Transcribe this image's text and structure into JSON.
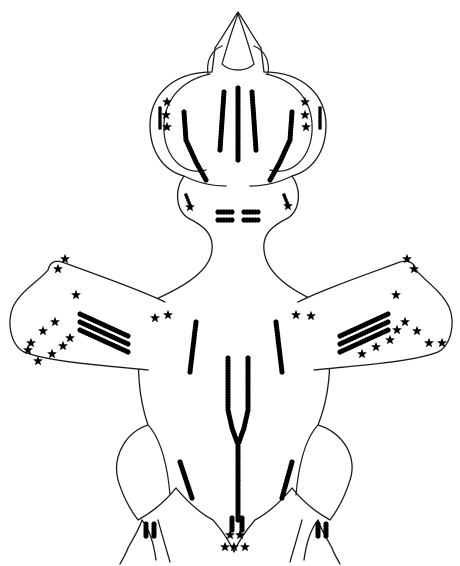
{
  "figure": {
    "subject": "specimen-outline-ventral-view",
    "colors": {
      "outline": "#1a1a1a",
      "background": "#ffffff",
      "marker": "#000000"
    },
    "legend_symbols": [
      {
        "symbol": "dot",
        "icon": "filled-circle",
        "meaning_shown": false
      },
      {
        "symbol": "star",
        "icon": "filled-star",
        "meaning_shown": false
      }
    ],
    "text_labels": []
  }
}
